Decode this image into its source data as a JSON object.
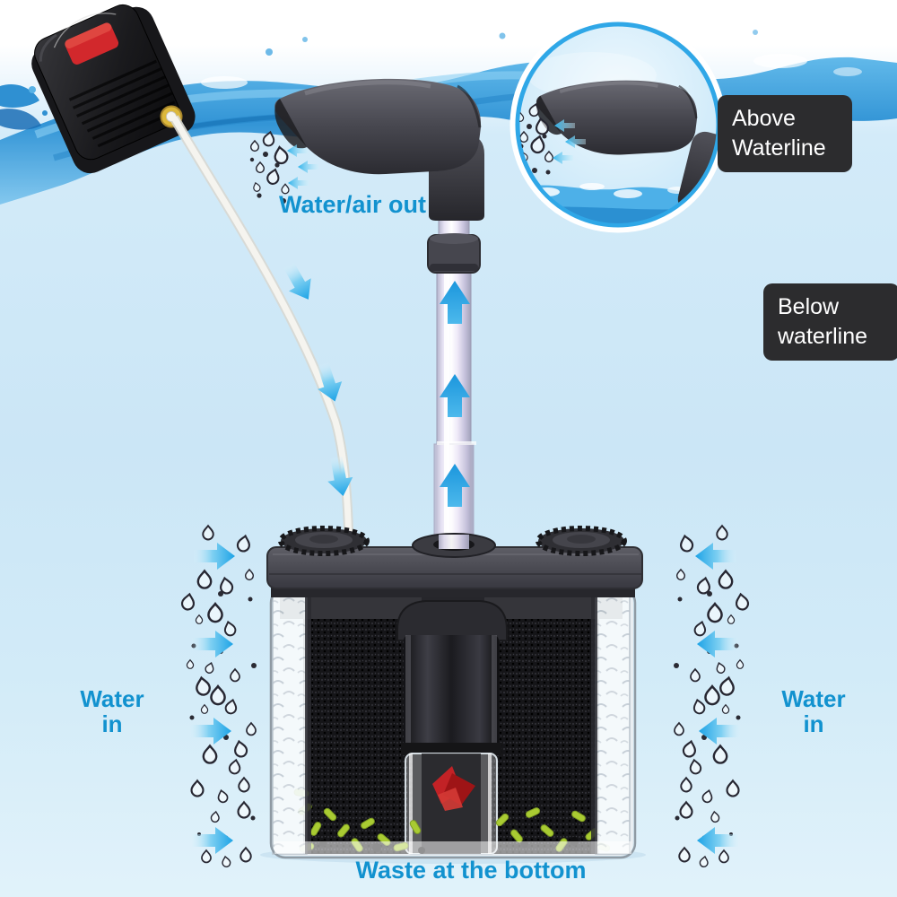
{
  "title": "Aquarium internal sponge filter — how it works diagram",
  "annotations": {
    "water_air_out": "Water/air out",
    "above_waterline": {
      "line1": "Above",
      "line2": "Waterline"
    },
    "below_waterline": {
      "line1": "Below",
      "line2": "waterline"
    },
    "water_in_left": {
      "line1": "Water",
      "line2": "in"
    },
    "water_in_right": {
      "line1": "Water",
      "line2": "in"
    },
    "waste_at_bottom": "Waste at the bottom"
  },
  "colors": {
    "label_blue": "#1292cf",
    "flow_arrow_blue": "#2fa8e8",
    "badge_background": "#2c2c2e",
    "badge_text": "#ffffff",
    "water_blue": "#2f96d8",
    "background_blue": "#cbe6f6",
    "pump_body_black": "#141416",
    "pump_switch_red": "#d2282c",
    "pump_outlet_yellow": "#dcb83c",
    "airline_white": "#f2f1ec",
    "lid_gray": "#46464e",
    "sponge_black": "#151518",
    "impeller_red": "#bf1f22",
    "waste_green": "#a9cb32"
  },
  "icons": {
    "droplet": "water-droplet-icon",
    "arrow_right": "flow-arrow-right-icon",
    "arrow_left": "flow-arrow-left-icon",
    "arrow_up": "flow-arrow-up-icon",
    "arrow_down": "flow-arrow-down-icon",
    "magnifier_inset": "zoom-circle-inset"
  }
}
